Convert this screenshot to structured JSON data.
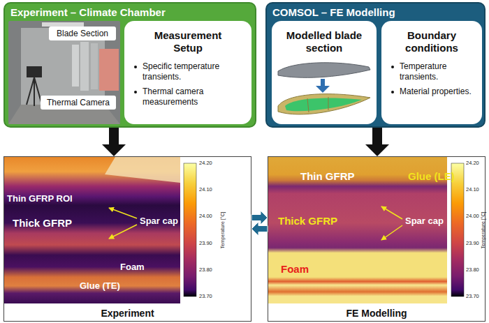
{
  "diagram": {
    "nodes": [
      {
        "text": [
          "Experiment – Climate Chamber"
        ]
      },
      {
        "text": [
          "Blade Section"
        ],
        "in": 0
      },
      {
        "text": [
          "Thermal Camera"
        ],
        "in": 0
      },
      {
        "text": [
          "Measurement Setup",
          "Specific temperature transients.",
          "Thermal camera measurements"
        ],
        "in": 0
      },
      {
        "text": [
          "COMSOL – FE Modelling"
        ]
      },
      {
        "text": [
          "Modelled blade section"
        ],
        "in": 4
      },
      {
        "text": [
          "Boundary conditions",
          "Temperature transients.",
          "Material properties."
        ],
        "in": 4
      },
      {
        "text": [
          "Experiment"
        ]
      },
      {
        "text": [
          "FE Modelling"
        ]
      }
    ],
    "edges": [
      {
        "from": 0,
        "to": 7,
        "arrow": "to"
      },
      {
        "from": 4,
        "to": 8,
        "arrow": "to"
      },
      {
        "from": 7,
        "to": 8,
        "arrow": "to"
      },
      {
        "from": 8,
        "to": 7,
        "arrow": "to"
      }
    ],
    "labels": [
      "Thin GFRP ROI",
      "Thick GFRP",
      "Spar cap",
      "Foam",
      "Glue (TE)",
      "24.20",
      "24.10",
      "24.00",
      "23.90",
      "23.80",
      "23.70",
      "Temperature [°C]",
      "Thin GFRP",
      "Glue (LE)",
      "Thick GFRP",
      "Spar cap",
      "Foam",
      "24.20",
      "24.10",
      "24.00",
      "23.90",
      "23.80",
      "23.70",
      "Temperature [°C]"
    ]
  }
}
